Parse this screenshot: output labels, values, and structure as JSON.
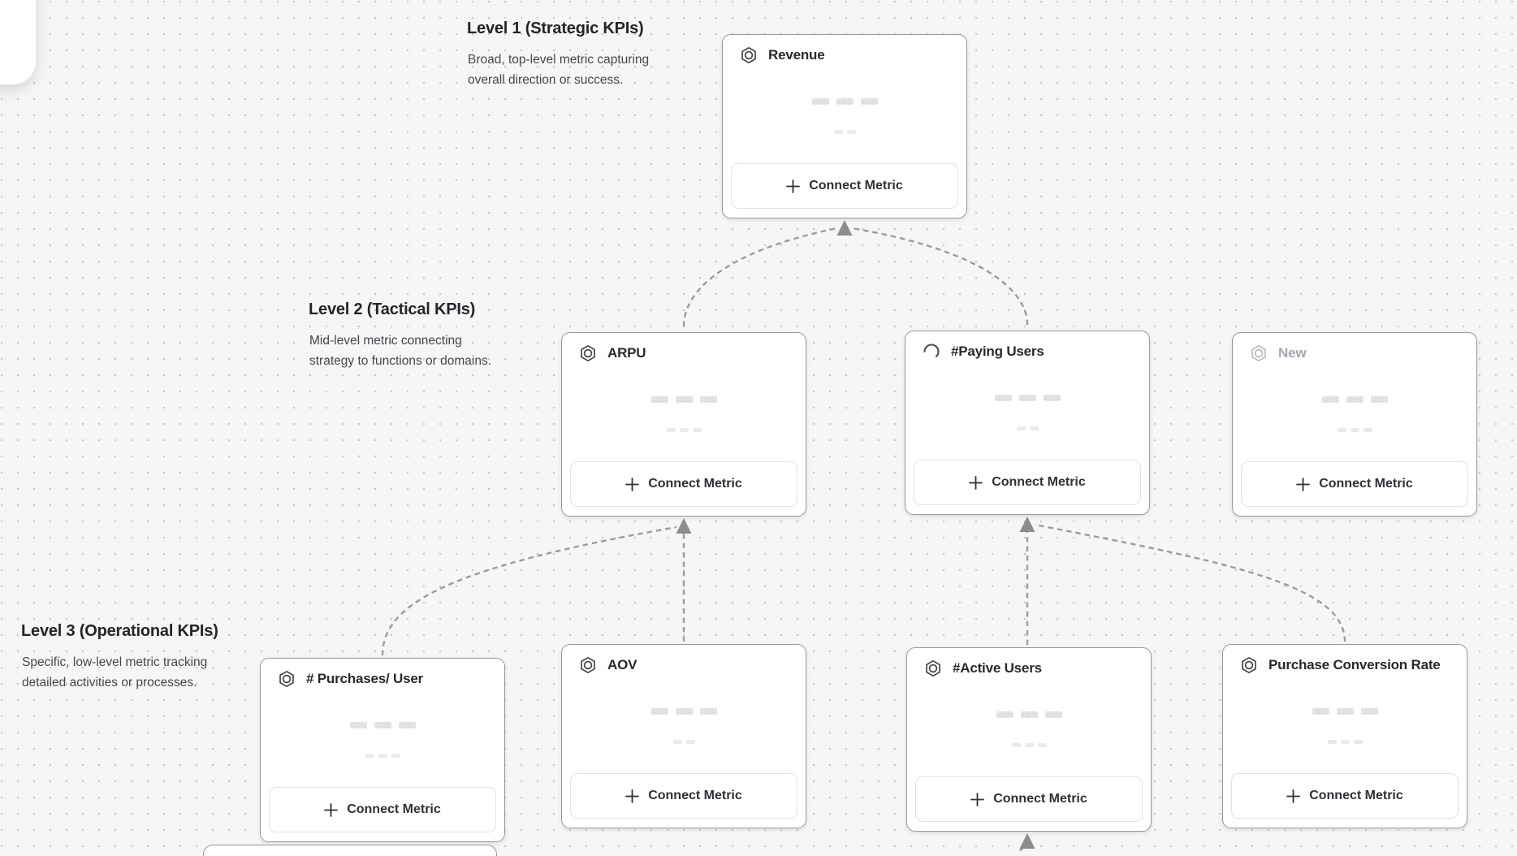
{
  "app": {
    "view": "KPI metric tree canvas"
  },
  "levels": [
    {
      "title": "Level 1 (Strategic KPIs)",
      "description": "Broad, top-level metric capturing overall direction or success."
    },
    {
      "title": "Level 2 (Tactical KPIs)",
      "description": "Mid-level metric connecting strategy to functions or domains."
    },
    {
      "title": "Level 3 (Operational KPIs)",
      "description": "Specific, low-level metric tracking detailed activities or processes."
    }
  ],
  "ui": {
    "connect_button_label": "Connect Metric",
    "plus_icon": "plus-icon",
    "metric_icon": "hexagon-target-icon",
    "loading_icon": "spinner-icon"
  },
  "cards": [
    {
      "title": "Revenue",
      "level": 1,
      "icon": "hexagon-target-icon",
      "state": "default"
    },
    {
      "title": "ARPU",
      "level": 2,
      "icon": "hexagon-target-icon",
      "state": "default"
    },
    {
      "title": "#Paying Users",
      "level": 2,
      "icon": "spinner-icon",
      "state": "loading"
    },
    {
      "title": "New",
      "level": 2,
      "icon": "hexagon-target-icon",
      "state": "draft"
    },
    {
      "title": "# Purchases/ User",
      "level": 3,
      "icon": "hexagon-target-icon",
      "state": "default"
    },
    {
      "title": "AOV",
      "level": 3,
      "icon": "hexagon-target-icon",
      "state": "default"
    },
    {
      "title": "#Active Users",
      "level": 3,
      "icon": "hexagon-target-icon",
      "state": "default"
    },
    {
      "title": "Purchase Conversion Rate",
      "level": 3,
      "icon": "hexagon-target-icon",
      "state": "default"
    }
  ],
  "connections": [
    {
      "from": "ARPU",
      "to": "Revenue"
    },
    {
      "from": "#Paying Users",
      "to": "Revenue"
    },
    {
      "from": "# Purchases/ User",
      "to": "ARPU"
    },
    {
      "from": "AOV",
      "to": "ARPU"
    },
    {
      "from": "#Active Users",
      "to": "#Paying Users"
    },
    {
      "from": "Purchase Conversion Rate",
      "to": "#Paying Users"
    },
    {
      "from": "offscreen-node",
      "to": "#Active Users"
    }
  ],
  "colors": {
    "canvas_background": "#f6f6f5",
    "grid_dot": "#c6c6c6",
    "card_border": "#97999d",
    "connector": "#9b9b9b",
    "title_text": "#26292e",
    "muted_text": "#a3a8af"
  }
}
